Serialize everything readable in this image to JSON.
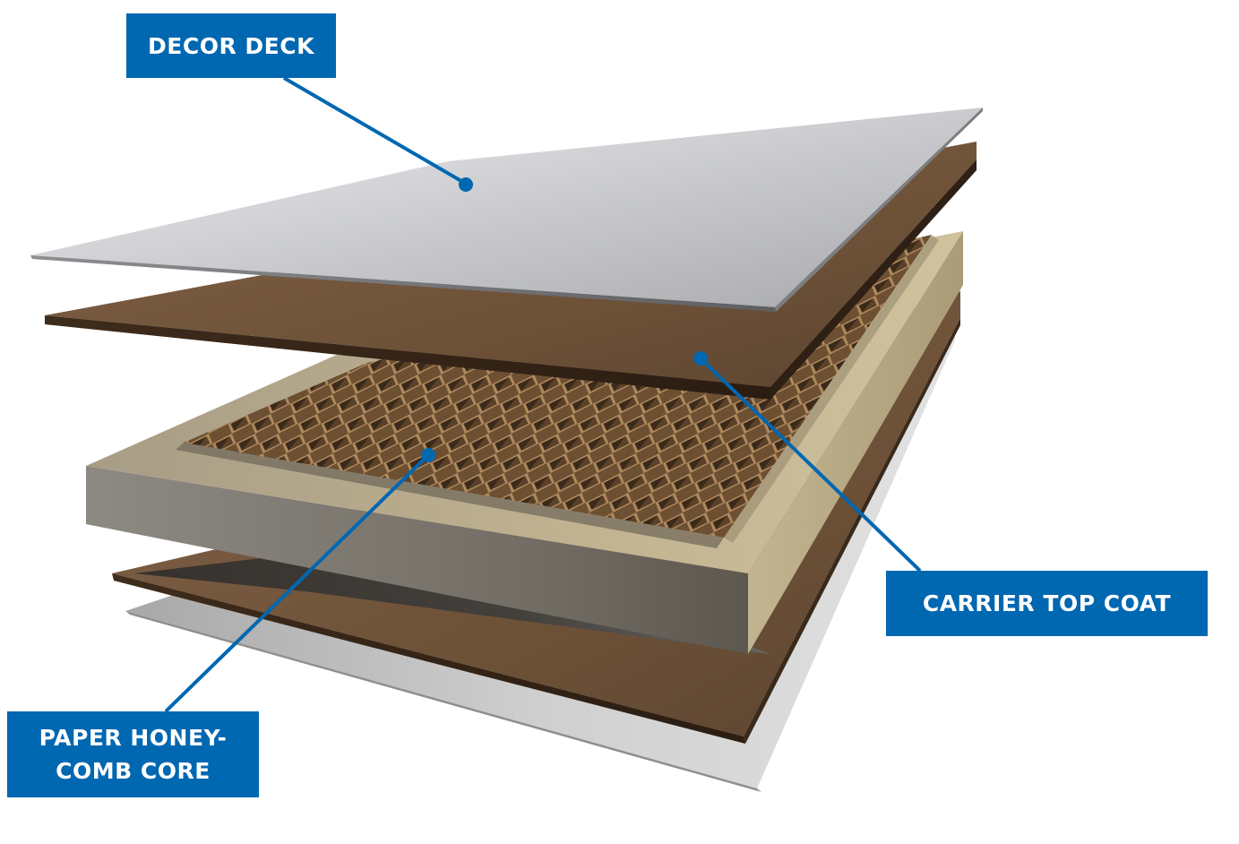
{
  "labels": {
    "decor_deck": "DECOR DECK",
    "carrier_top_coat": "CARRIER TOP COAT",
    "honeycomb_line1": "PAPER HONEY-",
    "honeycomb_line2": "COMB CORE"
  },
  "colors": {
    "label_background": "#0067b1",
    "label_text": "#ffffff",
    "callout_line": "#0067b1",
    "decor_sheet": "#c9cacc",
    "carrier_board": "#6e5238",
    "wood_frame": "#b9ab8c",
    "honeycomb": "#8b6a46"
  }
}
